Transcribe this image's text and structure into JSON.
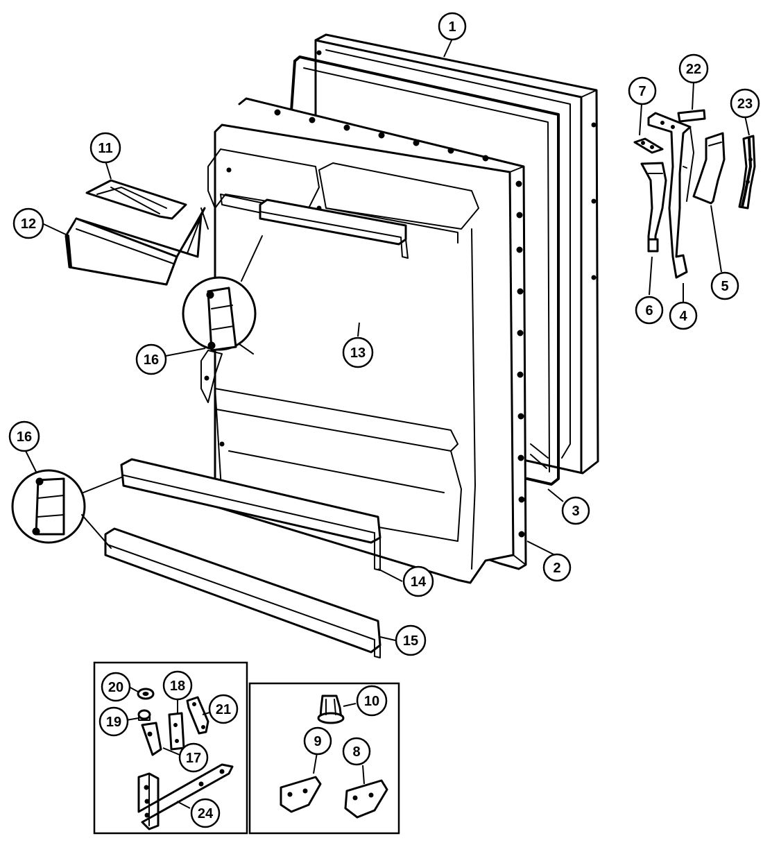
{
  "diagram": {
    "callouts": [
      {
        "id": "c1",
        "label": "1"
      },
      {
        "id": "c2",
        "label": "2"
      },
      {
        "id": "c3",
        "label": "3"
      },
      {
        "id": "c4",
        "label": "4"
      },
      {
        "id": "c5",
        "label": "5"
      },
      {
        "id": "c6",
        "label": "6"
      },
      {
        "id": "c7",
        "label": "7"
      },
      {
        "id": "c8",
        "label": "8"
      },
      {
        "id": "c9",
        "label": "9"
      },
      {
        "id": "c10",
        "label": "10"
      },
      {
        "id": "c11",
        "label": "11"
      },
      {
        "id": "c12",
        "label": "12"
      },
      {
        "id": "c13",
        "label": "13"
      },
      {
        "id": "c14",
        "label": "14"
      },
      {
        "id": "c15",
        "label": "15"
      },
      {
        "id": "c16a",
        "label": "16"
      },
      {
        "id": "c16b",
        "label": "16"
      },
      {
        "id": "c17",
        "label": "17"
      },
      {
        "id": "c18",
        "label": "18"
      },
      {
        "id": "c19",
        "label": "19"
      },
      {
        "id": "c20",
        "label": "20"
      },
      {
        "id": "c21",
        "label": "21"
      },
      {
        "id": "c22",
        "label": "22"
      },
      {
        "id": "c23",
        "label": "23"
      },
      {
        "id": "c24",
        "label": "24"
      }
    ]
  }
}
